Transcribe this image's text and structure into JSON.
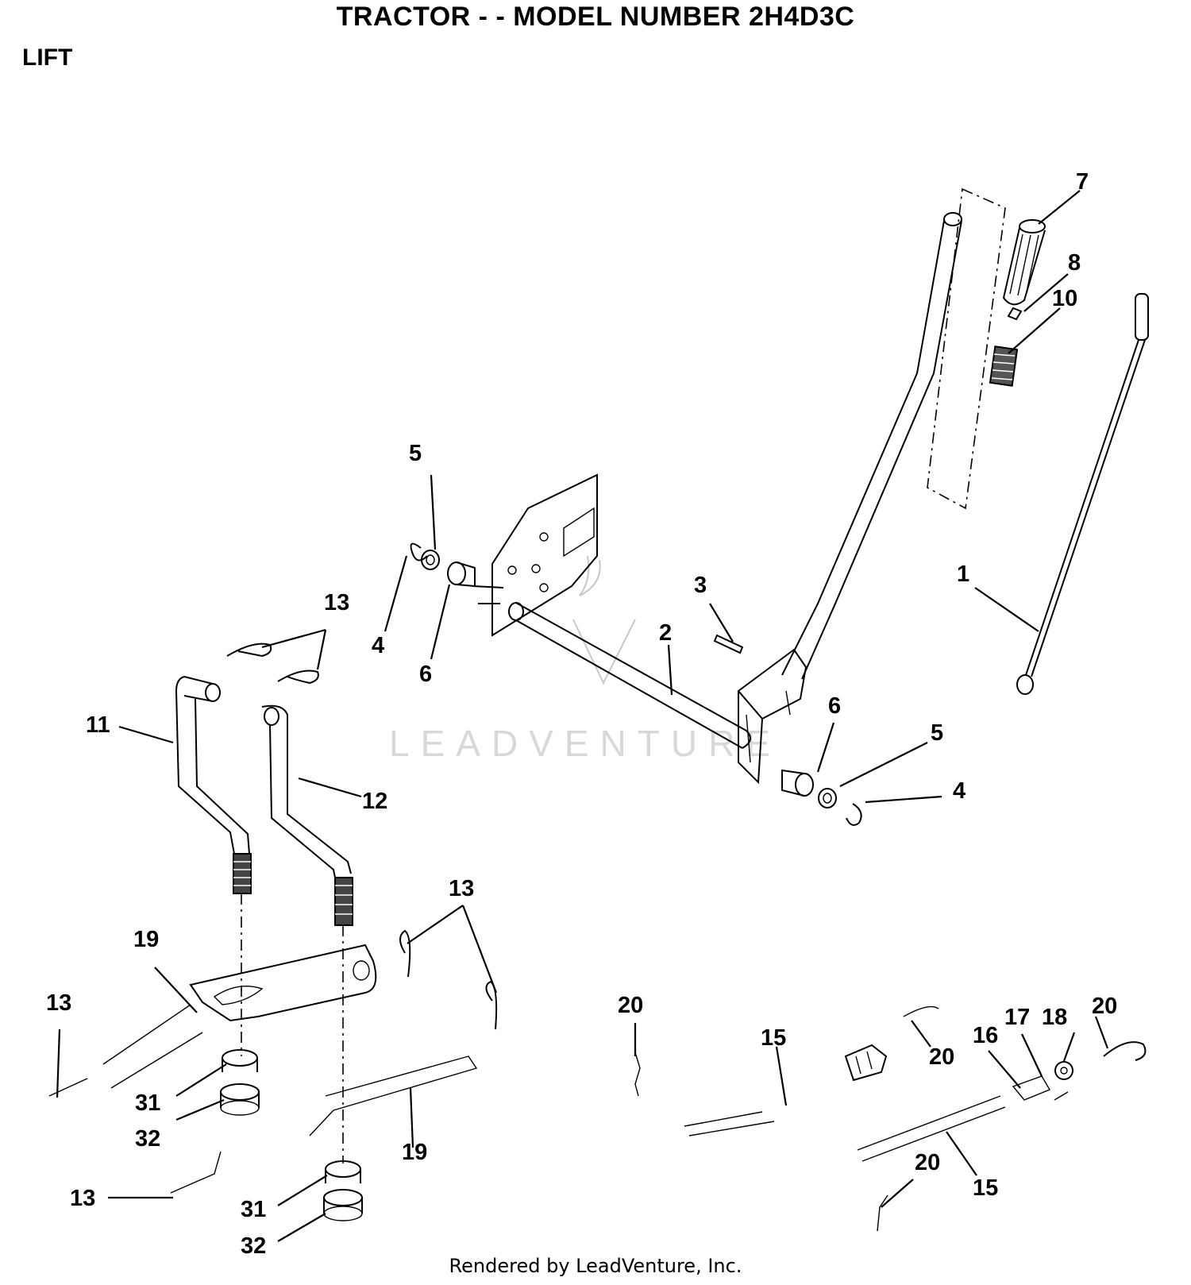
{
  "header": {
    "title": "TRACTOR - - MODEL NUMBER 2H4D3C",
    "section": "LIFT"
  },
  "watermark": "LEADVENTURE",
  "footer": "Rendered by LeadVenture, Inc.",
  "callouts": {
    "c1": "1",
    "c2": "2",
    "c3": "3",
    "c4a": "4",
    "c4b": "4",
    "c5a": "5",
    "c5b": "5",
    "c6a": "6",
    "c6b": "6",
    "c7": "7",
    "c8": "8",
    "c10": "10",
    "c11": "11",
    "c12": "12",
    "c13a": "13",
    "c13b": "13",
    "c13c": "13",
    "c13d": "13",
    "c15a": "15",
    "c15b": "15",
    "c16": "16",
    "c17": "17",
    "c18": "18",
    "c19a": "19",
    "c19b": "19",
    "c20a": "20",
    "c20b": "20",
    "c20c": "20",
    "c20d": "20",
    "c31a": "31",
    "c31b": "31",
    "c32a": "32",
    "c32b": "32"
  }
}
